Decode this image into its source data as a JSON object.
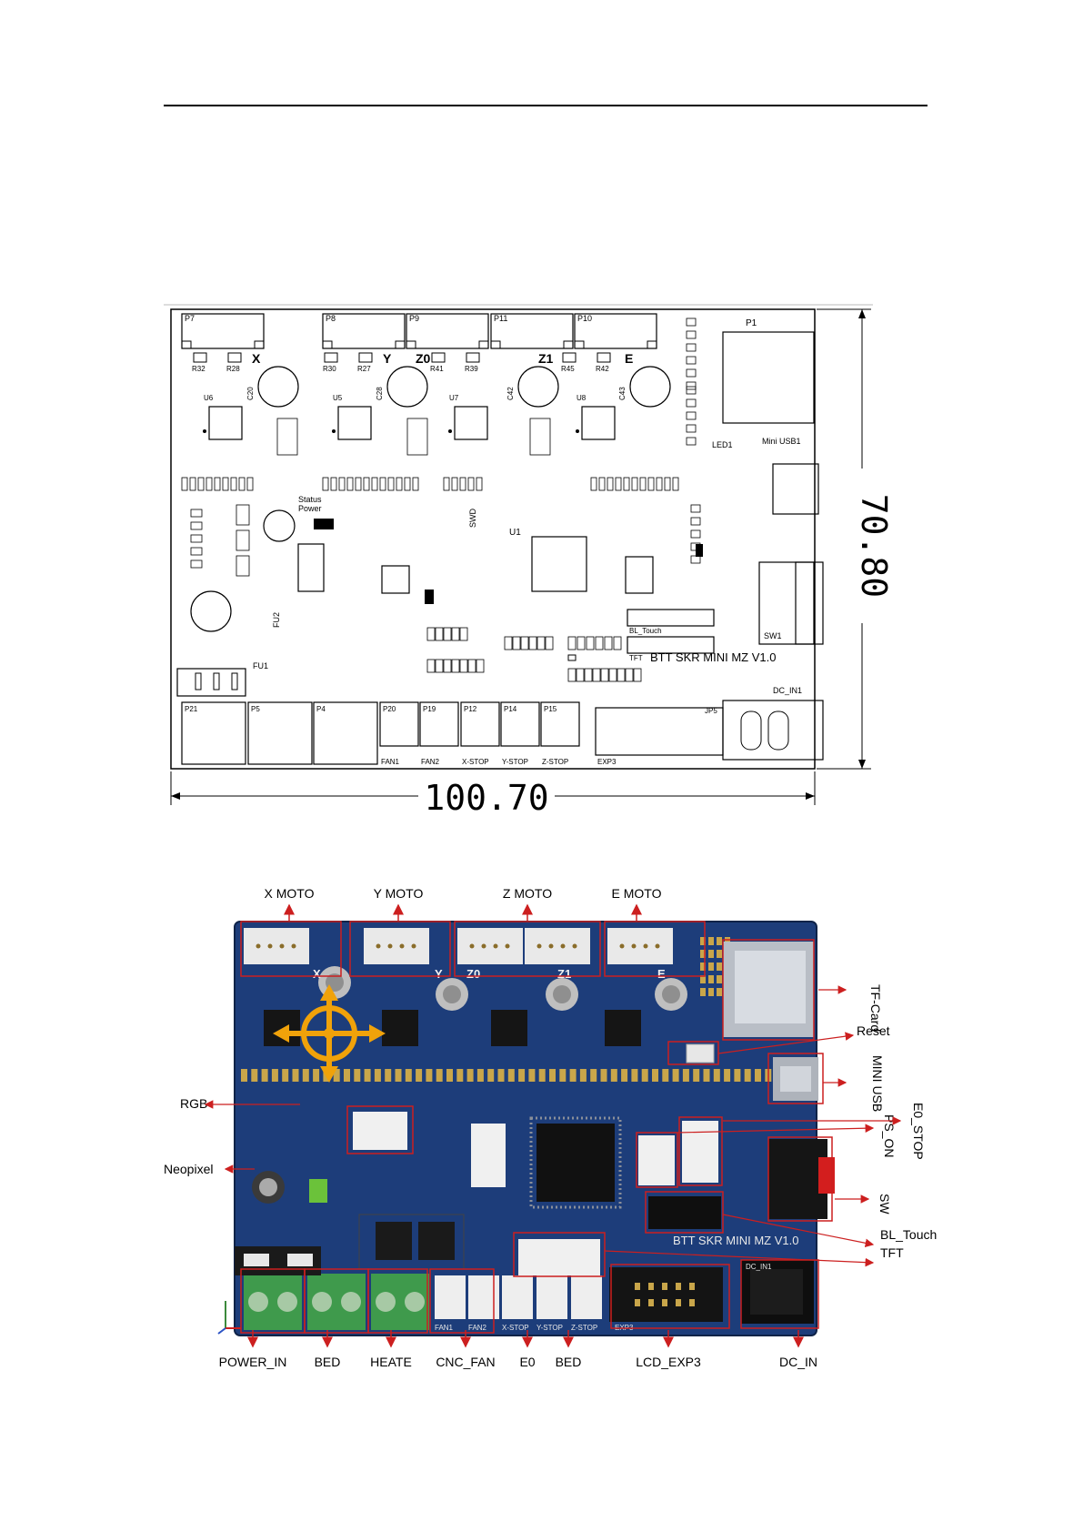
{
  "drawing": {
    "dim_width": "100.70",
    "dim_height": "70.80",
    "board_title": "BTT SKR MINI MZ V1.0",
    "connectors_top": [
      "P7",
      "P8",
      "P9",
      "P11",
      "P10"
    ],
    "axis_letters": [
      "X",
      "Y",
      "Z0",
      "Z1",
      "E"
    ],
    "connectors_bottom": [
      {
        "id": "P21",
        "label": ""
      },
      {
        "id": "P5",
        "label": ""
      },
      {
        "id": "P4",
        "label": ""
      },
      {
        "id": "P20",
        "label": "FAN1"
      },
      {
        "id": "P19",
        "label": "FAN2"
      },
      {
        "id": "P12",
        "label": "X-STOP"
      },
      {
        "id": "P14",
        "label": "Y-STOP"
      },
      {
        "id": "P15",
        "label": "Z-STOP"
      }
    ],
    "exp_label": "EXP3",
    "jp5": "JP5",
    "dc_in": "DC_IN1",
    "p1": "P1",
    "mini_usb": "Mini USB1",
    "sw1": "SW1",
    "bl_touch": "BL_Touch",
    "tft": "TFT",
    "u1": "U1",
    "swd": "SWD",
    "status": "Status",
    "power": "Power",
    "led1": "LED1",
    "fu1": "FU1",
    "fu2": "FU2",
    "drivers": [
      "U6",
      "U5",
      "U7",
      "U8"
    ],
    "caps": [
      "C20",
      "C28",
      "C42",
      "C43"
    ],
    "res_pairs": [
      [
        "R32",
        "R28"
      ],
      [
        "R30",
        "R27"
      ],
      [
        "R41",
        "R39"
      ],
      [
        "R45",
        "R42"
      ]
    ]
  },
  "photo": {
    "top_labels": [
      "X MOTO",
      "Y MOTO",
      "Z MOTO",
      "E MOTO"
    ],
    "right_labels": [
      "TF-Card",
      "Reset",
      "MINI USB",
      "PS_ON",
      "E0_STOP",
      "SW",
      "BL_Touch",
      "TFT"
    ],
    "left_labels": [
      "RGB",
      "Neopixel"
    ],
    "bottom_labels": [
      "POWER_IN",
      "BED",
      "HEATE",
      "CNC_FAN",
      "E0",
      "BED",
      "LCD_EXP3",
      "DC_IN"
    ],
    "board_title": "BTT SKR MINI MZ V1.0",
    "silk_bottom": [
      "FAN1",
      "FAN2",
      "X-STOP",
      "Y-STOP",
      "Z-STOP",
      "EXP3",
      "DC_IN1"
    ],
    "silk_axis": [
      "X",
      "Y",
      "Z0",
      "Z1",
      "E"
    ],
    "colors": {
      "pcb": "#1d3d7a",
      "pcb_dark": "#16305f",
      "callout": "#cc1f1f",
      "terminal": "#3f9a4c",
      "arrow": "#f0a20a"
    }
  }
}
